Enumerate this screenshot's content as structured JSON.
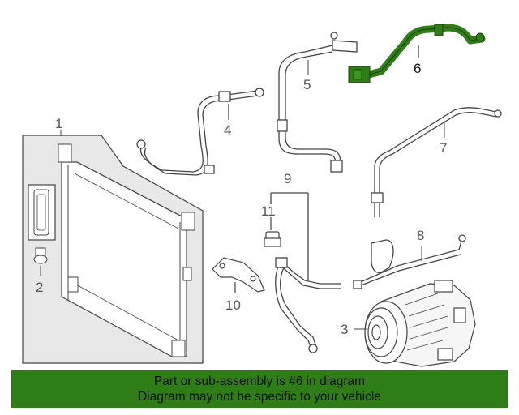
{
  "colors": {
    "line": "#444444",
    "highlight_fill": "#2f7d16",
    "panel_fill": "#e8e8e8",
    "banner_bg": "#2f7d16"
  },
  "callouts": [
    {
      "id": "1",
      "label": "1"
    },
    {
      "id": "2",
      "label": "2"
    },
    {
      "id": "3",
      "label": "3"
    },
    {
      "id": "4",
      "label": "4"
    },
    {
      "id": "5",
      "label": "5"
    },
    {
      "id": "6",
      "label": "6",
      "highlighted": true
    },
    {
      "id": "7",
      "label": "7"
    },
    {
      "id": "8",
      "label": "8"
    },
    {
      "id": "9",
      "label": "9"
    },
    {
      "id": "10",
      "label": "10"
    },
    {
      "id": "11",
      "label": "11"
    }
  ],
  "banner": {
    "line1": "Part or sub-assembly is #6 in diagram",
    "line2": "Diagram may not be specific to your vehicle"
  }
}
